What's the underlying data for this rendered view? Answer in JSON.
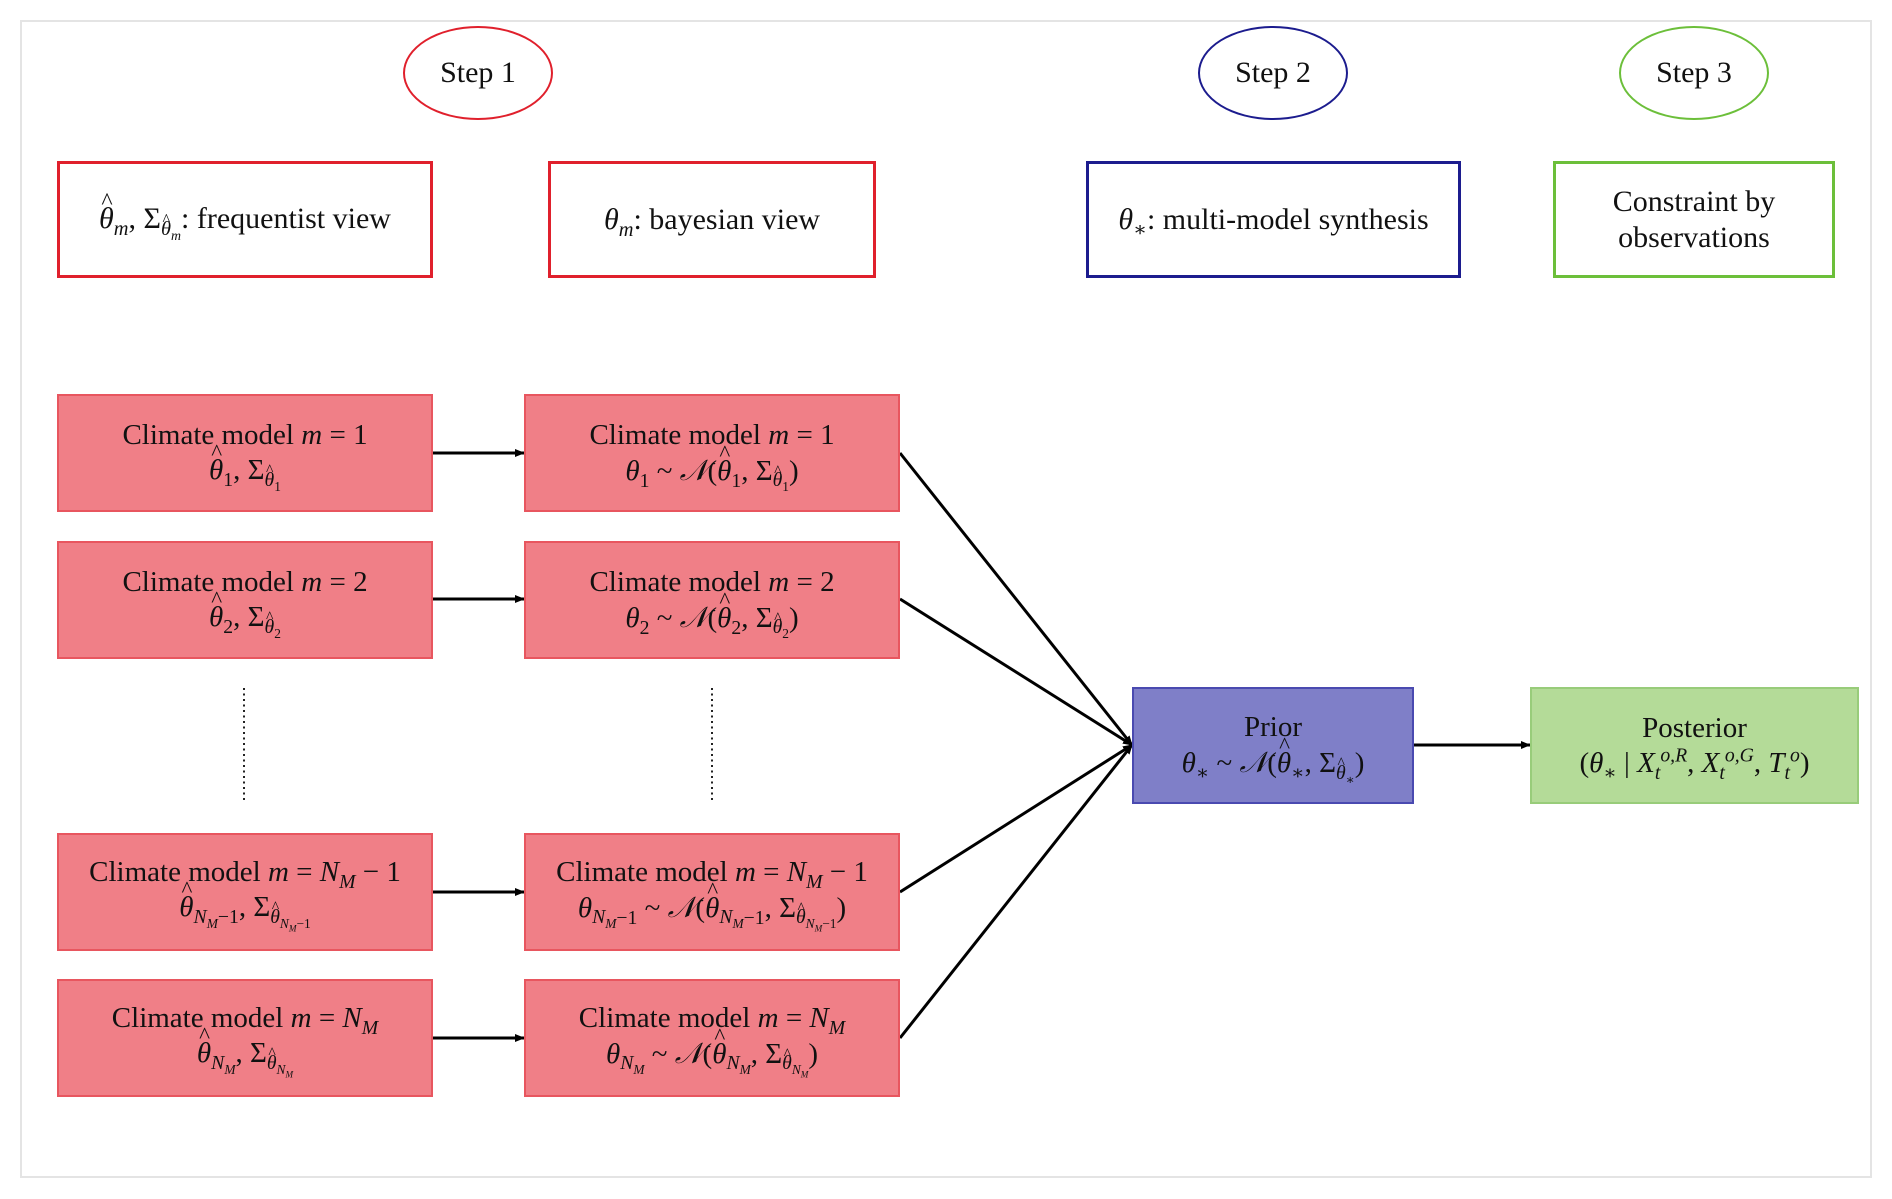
{
  "steps": [
    {
      "label": "Step 1",
      "color": "#e0202c"
    },
    {
      "label": "Step 2",
      "color": "#1c1c8e"
    },
    {
      "label": "Step 3",
      "color": "#6cbf3a"
    }
  ],
  "headers": {
    "frequentist": {
      "suffix": ": frequentist view"
    },
    "bayesian": {
      "suffix": ": bayesian view"
    },
    "synthesis": {
      "suffix": ": multi-model synthesis"
    },
    "constraint": {
      "line1": "Constraint by",
      "line2": "observations"
    }
  },
  "models": {
    "title_prefix": "Climate model ",
    "var": "m",
    "eq": " = ",
    "rows": [
      {
        "index": "1",
        "sub": "1"
      },
      {
        "index": "2",
        "sub": "2"
      },
      {
        "index": "N_M − 1",
        "sub": "N_M−1"
      },
      {
        "index": "N_M",
        "sub": "N_M"
      }
    ]
  },
  "prior": {
    "title": "Prior"
  },
  "posterior": {
    "title": "Posterior"
  },
  "colors": {
    "model_fill": "#f07f87",
    "prior_fill": "#7f7fc8",
    "posterior_fill": "#b4db98"
  }
}
